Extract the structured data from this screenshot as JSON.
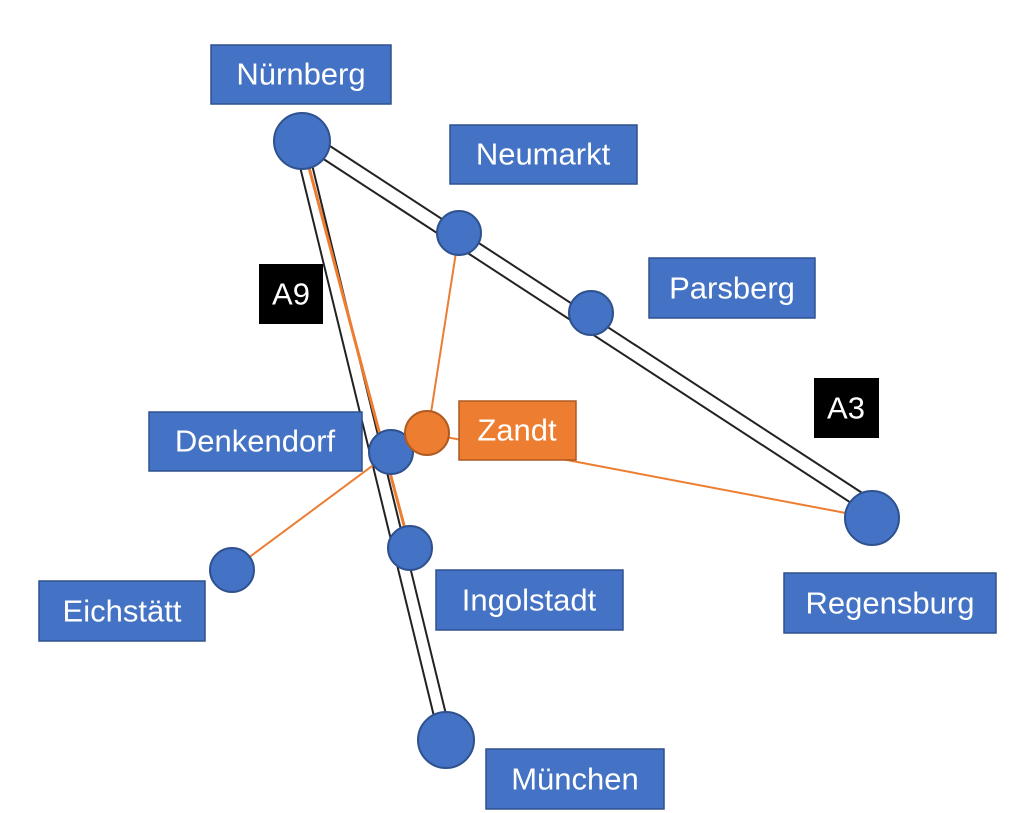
{
  "colors": {
    "city_fill": "#4472C4",
    "city_stroke": "#2F528F",
    "label_fill": "#4472C4",
    "highlight": "#ED7D31",
    "highlight_stroke": "#AE5A21",
    "road_label_fill": "#000000",
    "road_outline": "#222222",
    "background": "#FFFFFF"
  },
  "cities": {
    "nuernberg": "Nürnberg",
    "neumarkt": "Neumarkt",
    "parsberg": "Parsberg",
    "regensburg": "Regensburg",
    "denkendorf": "Denkendorf",
    "ingolstadt": "Ingolstadt",
    "eichstaett": "Eichstätt",
    "muenchen": "München"
  },
  "highlight": {
    "zandt": "Zandt"
  },
  "roads": {
    "a9": "A9",
    "a3": "A3"
  },
  "connections": [
    "Zandt – Denkendorf",
    "Zandt – Neumarkt",
    "Zandt – Regensburg",
    "Denkendorf – Eichstätt",
    "Nürnberg – Ingolstadt (highlighted along A9)"
  ]
}
